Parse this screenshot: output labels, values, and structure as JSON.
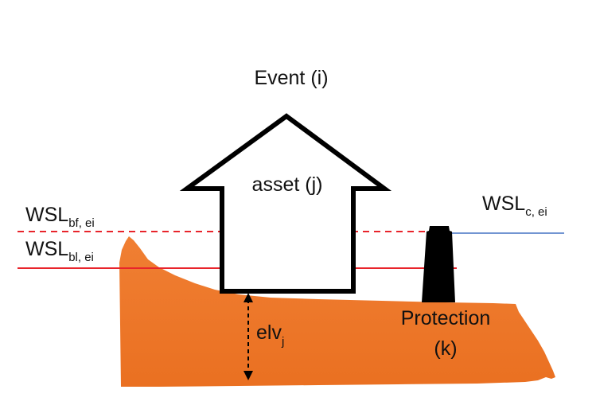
{
  "event_label": "Event (i)",
  "asset_label": "asset (j)",
  "protection_label_line1": "Protection",
  "protection_label_line2": "(k)",
  "elevation": {
    "main": "elv",
    "sub": "j"
  },
  "wsl_bf": {
    "main": "WSL",
    "sub": "bf, ei"
  },
  "wsl_bl": {
    "main": "WSL",
    "sub": "bl, ei"
  },
  "wsl_c": {
    "main": "WSL",
    "sub": "c, ei"
  },
  "colors": {
    "ground": "#ef7a2e",
    "ground_dark": "#e96f22",
    "wsl_bf_line": "#e8242b",
    "wsl_bl_line": "#e8242b",
    "wsl_c_line": "#4472c4",
    "outline": "#000000"
  }
}
